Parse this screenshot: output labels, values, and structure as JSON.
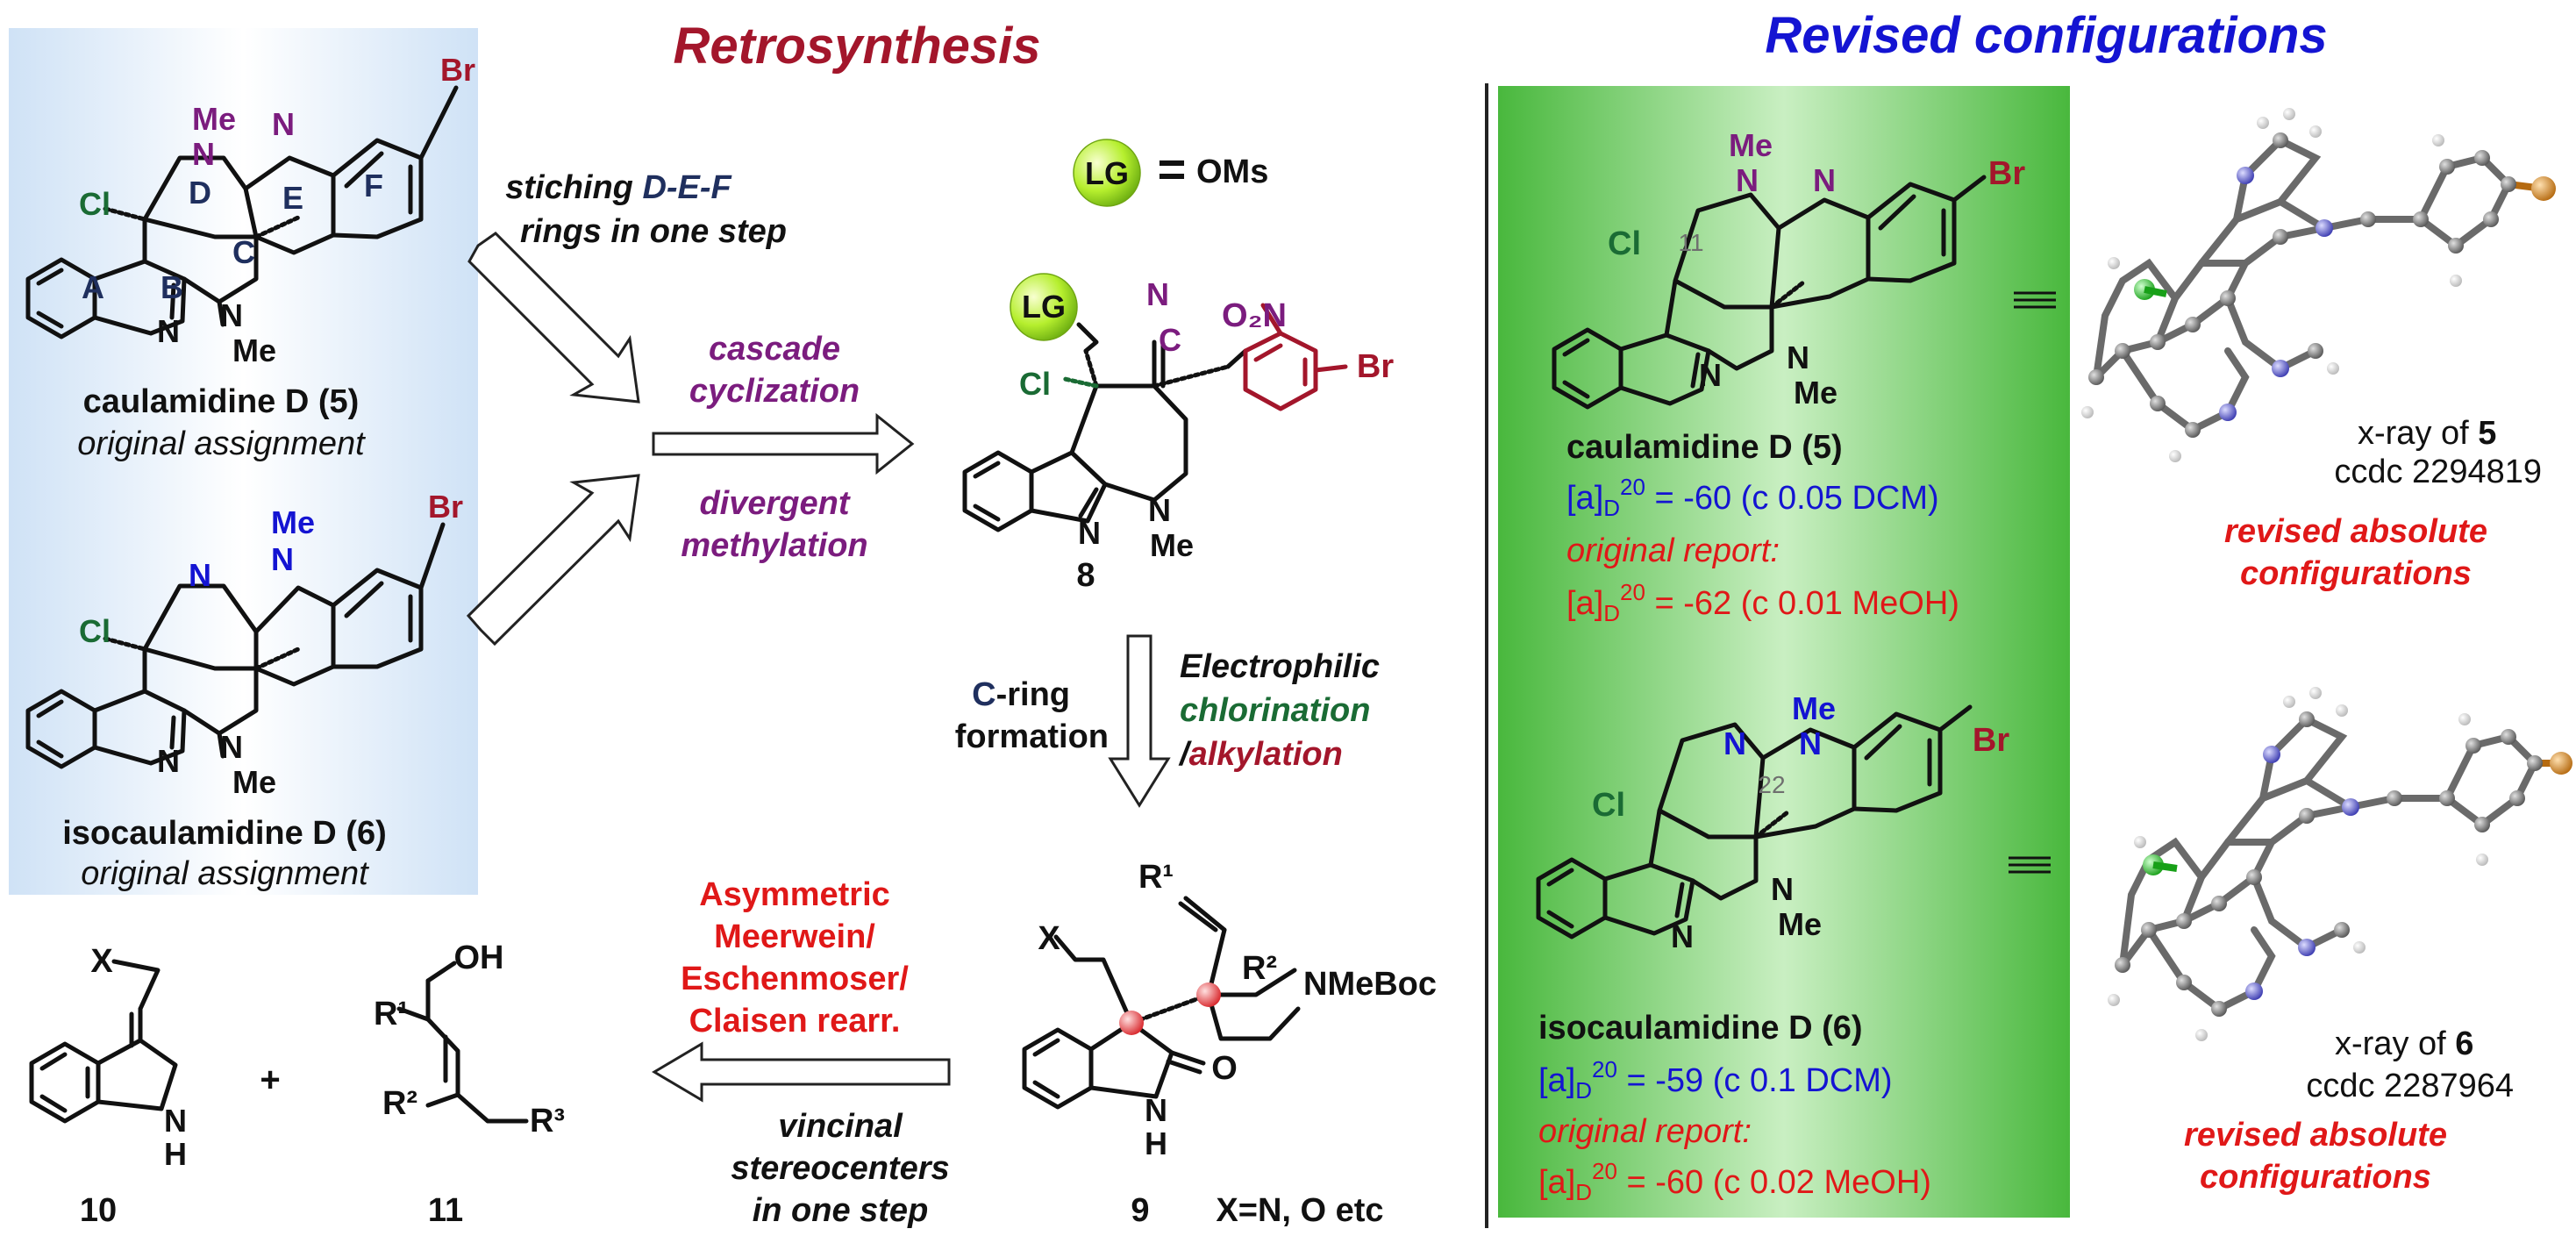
{
  "headers": {
    "retro": "Retrosynthesis",
    "revised": "Revised configurations"
  },
  "colors": {
    "maroon": "#a3162b",
    "blue": "#1414d2",
    "purple": "#7b1c7e",
    "green": "#1a6b34",
    "red": "#e01818",
    "navy": "#1f2f5e",
    "gray": "#6f6f6f"
  },
  "left_panel": {
    "cmpd5": {
      "name": "caulamidine D (5)",
      "note": "original assignment",
      "rings": [
        "A",
        "B",
        "C",
        "D",
        "E",
        "F"
      ],
      "labels": {
        "me_top": "Me",
        "n_top": "N",
        "n_right": "N",
        "n_bottom": "N",
        "n_a": "N",
        "me_bottom": "Me",
        "cl": "Cl",
        "br": "Br"
      }
    },
    "cmpd6": {
      "name": "isocaulamidine D (6)",
      "note": "original assignment",
      "labels": {
        "me_top": "Me",
        "n_top": "N",
        "n_right": "N",
        "n_bottom": "N",
        "n_a": "N",
        "me_bottom": "Me",
        "cl": "Cl",
        "br": "Br"
      }
    }
  },
  "arrow_texts": {
    "stitching_l1": "stiching ",
    "stitching_hl": "D-E-F",
    "stitching_l2": "rings in one step",
    "cascade_l1": "cascade",
    "cascade_l2": "cyclization",
    "divergent_l1": "divergent",
    "divergent_l2": "methylation",
    "cring_c": "C",
    "cring_l1": "-ring",
    "cring_l2": "formation",
    "electro_l1": "Electrophilic",
    "electro_l2": "chlorination",
    "electro_l3_slash": "/",
    "electro_l3": "alkylation",
    "asym_l1": "Asymmetric",
    "asym_l2": "Meerwein/",
    "asym_l3": "Eschenmoser/",
    "asym_l4": "Claisen rearr.",
    "vic_l1": "vincinal",
    "vic_l2": "stereocenters",
    "vic_l3": "in one step"
  },
  "lg_legend": {
    "lg": "LG",
    "eq": "=",
    "oms": "OMs"
  },
  "cmpd8": {
    "number": "8",
    "labels": {
      "lg": "LG",
      "cn_n": "N",
      "cn_c": "C",
      "no2": "O₂N",
      "br": "Br",
      "cl": "Cl",
      "n_left": "N",
      "n_right": "N",
      "me": "Me"
    }
  },
  "cmpd9": {
    "number": "9",
    "note": "X=N, O etc",
    "labels": {
      "r1": "R¹",
      "r2": "R²",
      "x": "X",
      "nmeboc": "NMeBoc",
      "o": "O",
      "nh_n": "N",
      "nh_h": "H"
    }
  },
  "cmpd10": {
    "number": "10",
    "labels": {
      "x": "X",
      "n": "N",
      "h": "H"
    }
  },
  "plus": "+",
  "cmpd11": {
    "number": "11",
    "labels": {
      "oh": "OH",
      "r1": "R¹",
      "r2": "R²",
      "r3": "R³"
    }
  },
  "revised_panel": {
    "c5": {
      "name": "caulamidine D (5)",
      "rot_prefix": "[a]",
      "rot_sub": "D",
      "rot_sup": "20",
      "rot_value": " = -60 (c  0.05 DCM)",
      "orig_label": "original report:",
      "orig_value": " = -62 (c 0.01 MeOH)",
      "pos_label": "11",
      "labels": {
        "me": "Me",
        "n_top": "N",
        "n_right": "N",
        "n_bot": "N",
        "n_a": "N",
        "me_bot": "Me",
        "cl": "Cl",
        "br": "Br"
      }
    },
    "c6": {
      "name": "isocaulamidine D (6)",
      "rot_prefix": "[a]",
      "rot_sub": "D",
      "rot_sup": "20",
      "rot_value": " = -59 (c  0.1 DCM)",
      "orig_label": "original report:",
      "orig_value": " = -60 (c 0.02 MeOH)",
      "pos_label": "22",
      "labels": {
        "me": "Me",
        "n_top": "N",
        "n_right": "N",
        "n_bot": "N",
        "n_a": "N",
        "me_bot": "Me",
        "cl": "Cl",
        "br": "Br"
      }
    }
  },
  "xray": {
    "x5": {
      "prefix": "x-ray of ",
      "num": "5",
      "ccdc": "ccdc 2294819",
      "caption_l1": "revised absolute",
      "caption_l2": "configurations"
    },
    "x6": {
      "prefix": "x-ray of ",
      "num": "6",
      "ccdc": "ccdc 2287964",
      "caption_l1": "revised absolute",
      "caption_l2": "configurations"
    }
  }
}
